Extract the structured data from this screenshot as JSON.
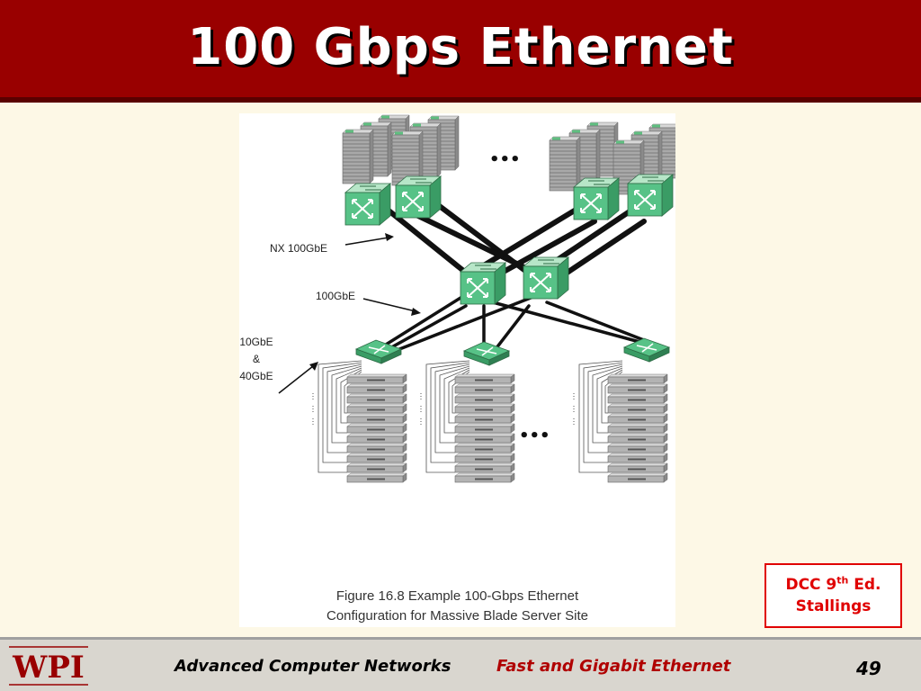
{
  "slide": {
    "title": "100 Gbps Ethernet",
    "citation": {
      "line1_pre": "DCC 9",
      "line1_sup": "th",
      "line1_post": " Ed.",
      "line2": "Stallings"
    }
  },
  "figure": {
    "labels": {
      "nx100": "NX 100GbE",
      "g100": "100GbE",
      "g10": "10GbE",
      "amp": "&",
      "g40": "40GbE",
      "ellipsis_top": "•••",
      "ellipsis_bottom": "•••"
    },
    "caption_line1": "Figure 16.8 Example 100-Gbps Ethernet",
    "caption_line2": "Configuration for Massive Blade Server Site"
  },
  "footer": {
    "logo_text": "WPI",
    "course": "Advanced Computer Networks",
    "topic": "Fast and Gigabit Ethernet",
    "page_number": "49"
  },
  "colors": {
    "title_bar": "#990000",
    "background": "#fdf8e6",
    "switch_green": "#57c287",
    "citation_red": "#e00000"
  }
}
